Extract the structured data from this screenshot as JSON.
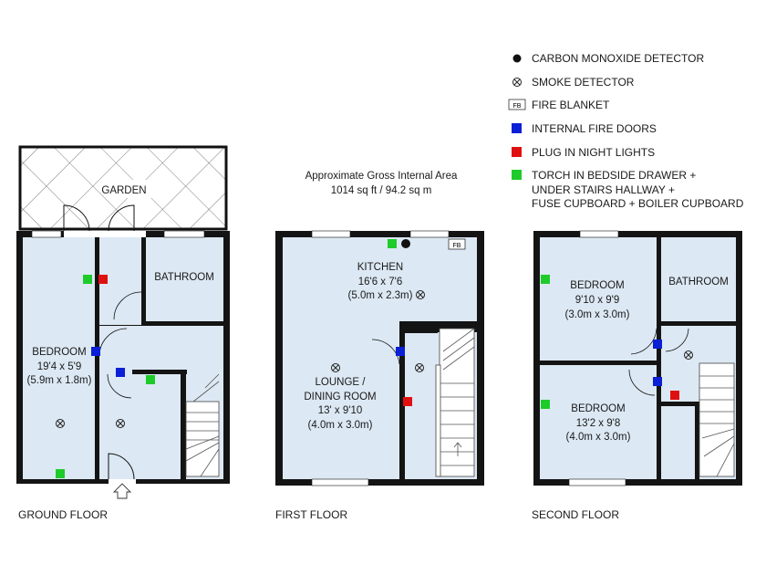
{
  "legend": {
    "co_detector": "CARBON MONOXIDE DETECTOR",
    "smoke_detector": "SMOKE DETECTOR",
    "fire_blanket_code": "FB",
    "fire_blanket": "FIRE BLANKET",
    "fire_doors": "INTERNAL FIRE DOORS",
    "night_lights": "PLUG IN NIGHT LIGHTS",
    "torch_line1": "TORCH IN BEDSIDE DRAWER +",
    "torch_line2": "UNDER STAIRS HALLWAY +",
    "torch_line3": "FUSE CUPBOARD + BOILER CUPBOARD"
  },
  "area": {
    "line1": "Approximate Gross Internal Area",
    "line2": "1014 sq ft / 94.2 sq m"
  },
  "ground_floor": {
    "caption": "GROUND FLOOR",
    "garden": "GARDEN",
    "bathroom": "BATHROOM",
    "bedroom_name": "BEDROOM",
    "bedroom_imperial": "19'4 x 5'9",
    "bedroom_metric": "(5.9m x 1.8m)"
  },
  "first_floor": {
    "caption": "FIRST FLOOR",
    "kitchen_name": "KITCHEN",
    "kitchen_imperial": "16'6 x 7'6",
    "kitchen_metric": "(5.0m x 2.3m)",
    "lounge_line1": "LOUNGE /",
    "lounge_line2": "DINING ROOM",
    "lounge_imperial": "13' x 9'10",
    "lounge_metric": "(4.0m x 3.0m)",
    "fire_blanket_code": "FB"
  },
  "second_floor": {
    "caption": "SECOND FLOOR",
    "bedroom1_name": "BEDROOM",
    "bedroom1_imperial": "9'10 x 9'9",
    "bedroom1_metric": "(3.0m x 3.0m)",
    "bathroom": "BATHROOM",
    "bedroom2_name": "BEDROOM",
    "bedroom2_imperial": "13'2 x 9'8",
    "bedroom2_metric": "(4.0m x 3.0m)"
  },
  "colors": {
    "fire_door": "#0a1fd6",
    "night_light": "#e01010",
    "torch": "#1ecb2a",
    "room_fill": "#dce8f3",
    "wall": "#141414"
  },
  "icons": {
    "co": "filled-circle-icon",
    "smoke": "circle-x-icon",
    "fire_blanket": "fb-box-icon"
  }
}
